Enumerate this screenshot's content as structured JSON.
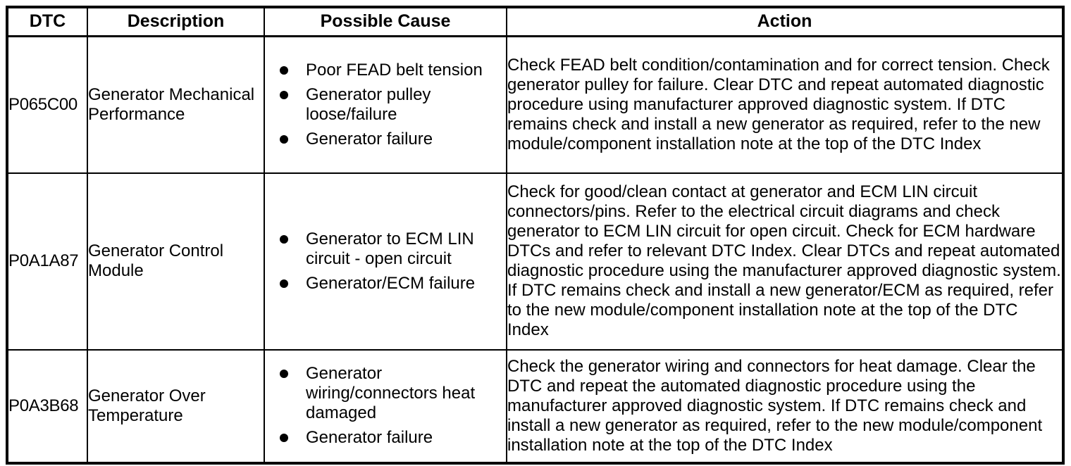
{
  "table": {
    "columns": [
      "DTC",
      "Description",
      "Possible Cause",
      "Action"
    ],
    "rows": [
      {
        "dtc": "P065C00",
        "description": "Generator Mechanical Performance",
        "causes": [
          "Poor FEAD belt tension",
          "Generator pulley loose/failure",
          "Generator failure"
        ],
        "action": "Check FEAD belt condition/contamination and for correct tension. Check generator pulley for failure. Clear DTC and repeat automated diagnostic procedure using manufacturer approved diagnostic system. If DTC remains check and install a new generator as required, refer to the new module/component installation note at the top of the DTC Index"
      },
      {
        "dtc": "P0A1A87",
        "description": "Generator Control Module",
        "causes": [
          "Generator to ECM LIN circuit - open circuit",
          "Generator/ECM failure"
        ],
        "action": "Check for good/clean contact at generator and ECM LIN circuit connectors/pins. Refer to the electrical circuit diagrams and check generator to ECM LIN circuit for open circuit. Check for ECM hardware DTCs and refer to relevant DTC Index. Clear DTCs and repeat automated diagnostic procedure using the manufacturer approved diagnostic system. If DTC remains check and install a new generator/ECM as required, refer to the new module/component installation note at the top of the DTC Index"
      },
      {
        "dtc": "P0A3B68",
        "description": "Generator Over Temperature",
        "causes": [
          "Generator wiring/connectors heat damaged",
          "Generator failure"
        ],
        "action": "Check the generator wiring and connectors for heat damage. Clear the DTC and repeat the automated diagnostic procedure using the manufacturer approved diagnostic system. If DTC remains check and install a new generator as required, refer to the new module/component installation note at the top of the DTC Index"
      }
    ]
  },
  "colors": {
    "background": "#ffffff",
    "border": "#000000",
    "text": "#000000"
  }
}
